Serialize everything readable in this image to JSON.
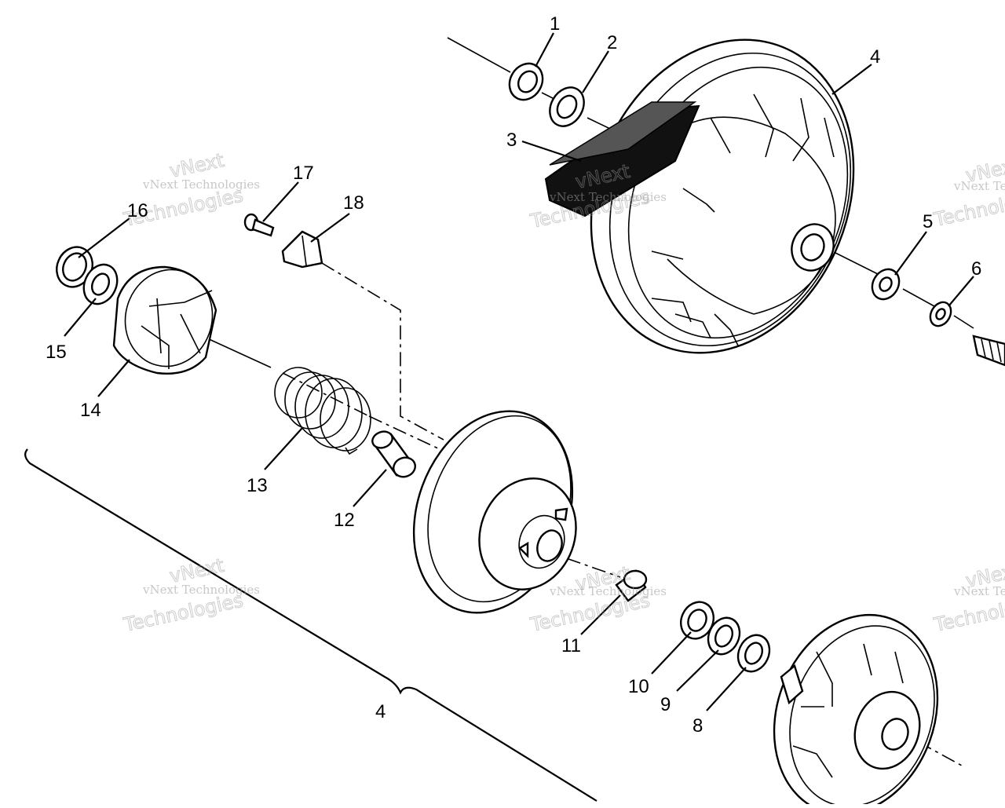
{
  "callouts": [
    {
      "id": "c1",
      "label": "1"
    },
    {
      "id": "c2",
      "label": "2"
    },
    {
      "id": "c3",
      "label": "3"
    },
    {
      "id": "c4a",
      "label": "4"
    },
    {
      "id": "c5",
      "label": "5"
    },
    {
      "id": "c6",
      "label": "6"
    },
    {
      "id": "c8",
      "label": "8"
    },
    {
      "id": "c9",
      "label": "9"
    },
    {
      "id": "c10",
      "label": "10"
    },
    {
      "id": "c11",
      "label": "11"
    },
    {
      "id": "c12",
      "label": "12"
    },
    {
      "id": "c13",
      "label": "13"
    },
    {
      "id": "c14",
      "label": "14"
    },
    {
      "id": "c15",
      "label": "15"
    },
    {
      "id": "c16",
      "label": "16"
    },
    {
      "id": "c17",
      "label": "17"
    },
    {
      "id": "c18",
      "label": "18"
    },
    {
      "id": "c4b",
      "label": "4"
    }
  ],
  "watermark": {
    "line1": "vNext",
    "line2": "vNext Technologies",
    "line3": "Technologies"
  }
}
